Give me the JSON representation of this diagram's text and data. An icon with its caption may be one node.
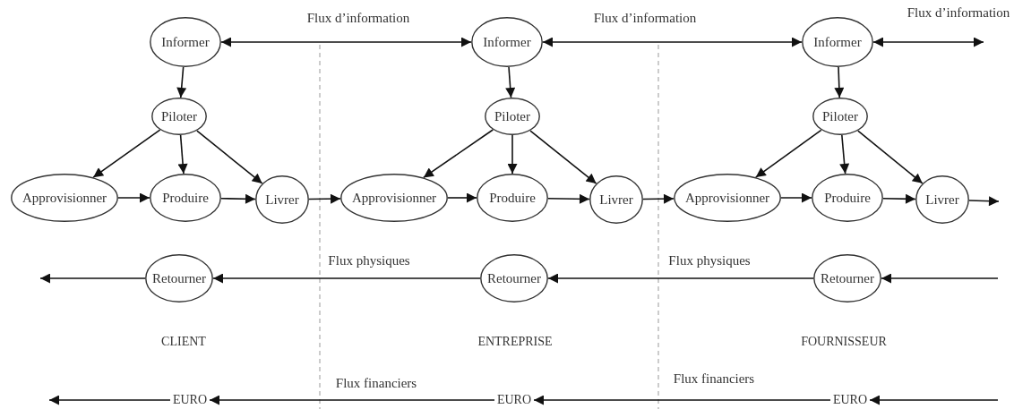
{
  "diagram": {
    "nodes": [
      {
        "text": [
          "Informer"
        ]
      },
      {
        "text": [
          "Piloter"
        ]
      },
      {
        "text": [
          "Approvisionner"
        ]
      },
      {
        "text": [
          "Produire"
        ]
      },
      {
        "text": [
          "Livrer"
        ]
      },
      {
        "text": [
          "Retourner"
        ]
      },
      {
        "text": [
          "EURO"
        ]
      },
      {
        "text": [
          "Informer"
        ]
      },
      {
        "text": [
          "Piloter"
        ]
      },
      {
        "text": [
          "Approvisionner"
        ]
      },
      {
        "text": [
          "Produire"
        ]
      },
      {
        "text": [
          "Livrer"
        ]
      },
      {
        "text": [
          "Retourner"
        ]
      },
      {
        "text": [
          "EURO"
        ]
      },
      {
        "text": [
          "Informer"
        ]
      },
      {
        "text": [
          "Piloter"
        ]
      },
      {
        "text": [
          "Approvisionner"
        ]
      },
      {
        "text": [
          "Produire"
        ]
      },
      {
        "text": [
          "Livrer"
        ]
      },
      {
        "text": [
          "Retourner"
        ]
      },
      {
        "text": [
          "EURO"
        ]
      }
    ],
    "edges": [
      {
        "from": 0,
        "to": 1,
        "arrow": "to"
      },
      {
        "from": 1,
        "to": 2,
        "arrow": "to"
      },
      {
        "from": 1,
        "to": 3,
        "arrow": "to"
      },
      {
        "from": 1,
        "to": 4,
        "arrow": "to"
      },
      {
        "from": 2,
        "to": 3,
        "arrow": "to"
      },
      {
        "from": 3,
        "to": 4,
        "arrow": "to"
      },
      {
        "from": 7,
        "to": 8,
        "arrow": "to"
      },
      {
        "from": 8,
        "to": 9,
        "arrow": "to"
      },
      {
        "from": 8,
        "to": 10,
        "arrow": "to"
      },
      {
        "from": 8,
        "to": 11,
        "arrow": "to"
      },
      {
        "from": 9,
        "to": 10,
        "arrow": "to"
      },
      {
        "from": 10,
        "to": 11,
        "arrow": "to"
      },
      {
        "from": 14,
        "to": 15,
        "arrow": "to"
      },
      {
        "from": 15,
        "to": 16,
        "arrow": "to"
      },
      {
        "from": 15,
        "to": 17,
        "arrow": "to"
      },
      {
        "from": 15,
        "to": 18,
        "arrow": "to"
      },
      {
        "from": 16,
        "to": 17,
        "arrow": "to"
      },
      {
        "from": 17,
        "to": 18,
        "arrow": "to"
      },
      {
        "from": 0,
        "to": 7,
        "arrow": "both"
      },
      {
        "from": 7,
        "to": 14,
        "arrow": "both"
      },
      {
        "from": 14,
        "to": null,
        "arrow": "both"
      },
      {
        "from": 4,
        "to": 9,
        "arrow": "to"
      },
      {
        "from": 11,
        "to": 16,
        "arrow": "to"
      },
      {
        "from": 18,
        "to": null,
        "arrow": "to"
      },
      {
        "from": null,
        "to": 19,
        "arrow": "to"
      },
      {
        "from": 19,
        "to": 12,
        "arrow": "to"
      },
      {
        "from": 12,
        "to": 5,
        "arrow": "to"
      },
      {
        "from": 5,
        "to": null,
        "arrow": "to"
      },
      {
        "from": null,
        "to": 20,
        "arrow": "to"
      },
      {
        "from": 20,
        "to": 13,
        "arrow": "to"
      },
      {
        "from": 13,
        "to": 6,
        "arrow": "to"
      },
      {
        "from": 6,
        "to": null,
        "arrow": "to"
      }
    ],
    "labels": [
      "Flux d’information",
      "Flux d’information",
      "Flux d’information",
      "Flux physiques",
      "Flux physiques",
      "CLIENT",
      "ENTREPRISE",
      "FOURNISSEUR",
      "Flux financiers",
      "Flux financiers"
    ]
  }
}
